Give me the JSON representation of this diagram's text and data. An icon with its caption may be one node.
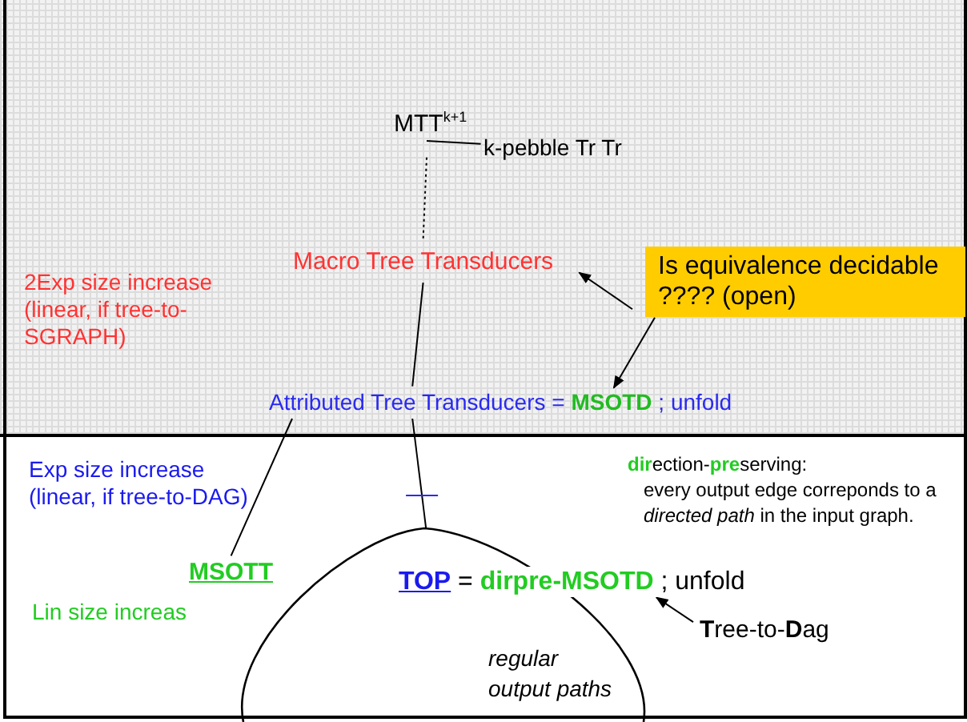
{
  "diagram": {
    "nodes": [
      {
        "text": [
          "MTT$^{k+1}$"
        ]
      },
      {
        "text": [
          "k-pebble Tr Tr"
        ]
      },
      {
        "text": [
          "Macro Tree Transducers"
        ]
      },
      {
        "text": [
          "Is equivalence decidable ???? (open)"
        ]
      },
      {
        "text": [
          "Attributed Tree Transducers = **MSOTD** ; unfold"
        ]
      },
      {
        "text": [
          "MSOTT"
        ]
      },
      {
        "text": [
          "regular output paths"
        ]
      },
      {
        "text": [
          "**TOP** = **dirpre-MSOTD** ; unfold"
        ]
      },
      {
        "text": [
          "**T**ree-to-**D**ag"
        ]
      }
    ],
    "edges": [
      {
        "from": 0,
        "to": 1,
        "arrow": "none"
      },
      {
        "from": 0,
        "to": 2,
        "arrow": "none",
        "style": "dashed"
      },
      {
        "from": 2,
        "to": 4,
        "arrow": "none"
      },
      {
        "from": 3,
        "to": 2,
        "arrow": "to"
      },
      {
        "from": 3,
        "to": 4,
        "arrow": "to"
      },
      {
        "from": 4,
        "to": 5,
        "arrow": "none"
      },
      {
        "from": 4,
        "to": 6,
        "arrow": "none"
      },
      {
        "from": 8,
        "to": 7,
        "arrow": "to"
      }
    ],
    "labels": [
      "2Exp size increase (linear, if tree-to-SGRAPH)",
      "**dir**ection-**pre**serving:",
      "Exp size increase (linear, if tree-to-DAG)",
      "every output edge correponds to a *directed path* in the input graph.",
      "Lin size increas"
    ]
  }
}
